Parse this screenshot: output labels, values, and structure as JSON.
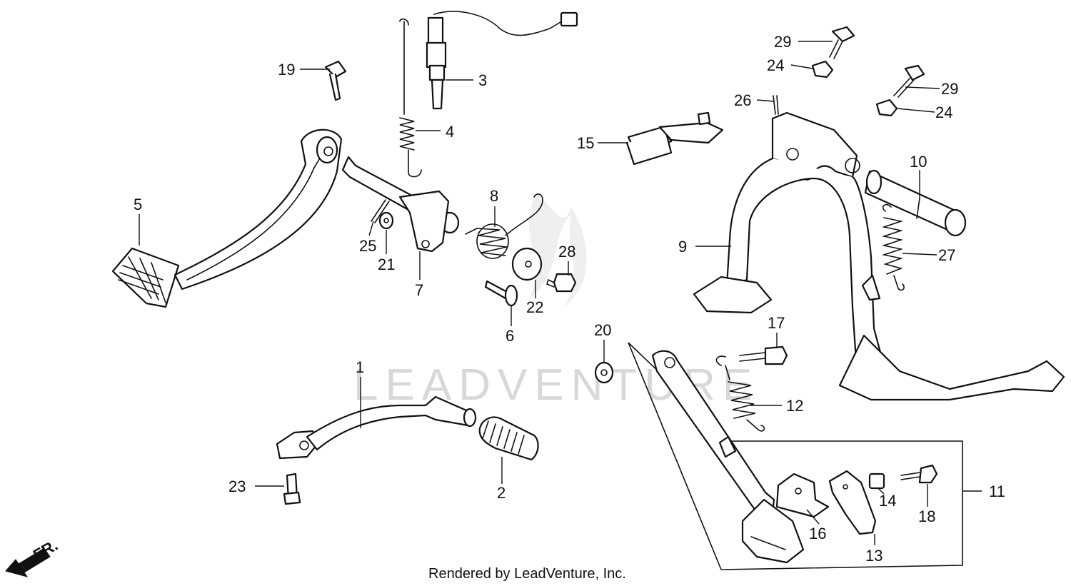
{
  "diagram": {
    "callouts": {
      "c1": "1",
      "c2": "2",
      "c3": "3",
      "c4": "4",
      "c5": "5",
      "c6": "6",
      "c7": "7",
      "c8": "8",
      "c9": "9",
      "c10": "10",
      "c11": "11",
      "c12": "12",
      "c13": "13",
      "c14": "14",
      "c15": "15",
      "c16": "16",
      "c17": "17",
      "c18": "18",
      "c19": "19",
      "c20": "20",
      "c21": "21",
      "c22": "22",
      "c23": "23",
      "c24a": "24",
      "c24b": "24",
      "c25": "25",
      "c26": "26",
      "c27": "27",
      "c28": "28",
      "c29a": "29",
      "c29b": "29"
    },
    "direction_label": "FR.",
    "watermark": "LEADVENTURE",
    "footer": "Rendered by LeadVenture, Inc."
  },
  "colors": {
    "ink": "#111111",
    "watermark": "#d8d8d8",
    "background": "#ffffff"
  }
}
